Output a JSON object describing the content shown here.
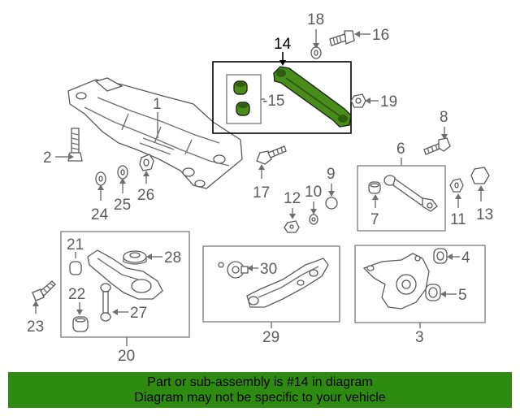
{
  "callouts": {
    "c1": "1",
    "c2": "2",
    "c3": "3",
    "c4": "4",
    "c5": "5",
    "c6": "6",
    "c7": "7",
    "c8": "8",
    "c9": "9",
    "c10": "10",
    "c11": "11",
    "c12": "12",
    "c13": "13",
    "c14": "14",
    "c15": "-15",
    "c16": "16",
    "c17": "17",
    "c18": "18",
    "c19": "19",
    "c20": "20",
    "c21": "21",
    "c22": "22",
    "c23": "23",
    "c24": "24",
    "c25": "25",
    "c26": "26",
    "c27": "27",
    "c28": "28",
    "c29": "29",
    "c30": "30"
  },
  "banner": {
    "line1": "Part or sub-assembly is #14 in diagram",
    "line2": "Diagram may not be specific to your vehicle"
  },
  "colors": {
    "highlight_part": "#4a8c1c",
    "banner_bg": "#2f8a12",
    "banner_text": "#000000",
    "callout_text": "#5c5c5c"
  }
}
